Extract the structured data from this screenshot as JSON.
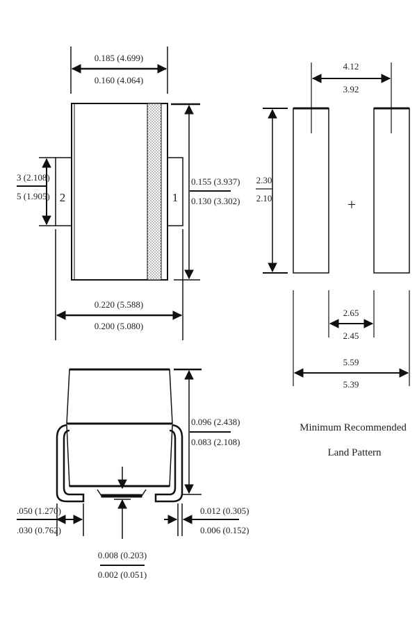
{
  "top_view": {
    "width": {
      "upper": "0.185 (4.699)",
      "lower": "0.160 (4.064)"
    },
    "height": {
      "upper": "0.155 (3.937)",
      "lower": "0.130 (3.302)"
    },
    "lead_span": {
      "upper": "0.220 (5.588)",
      "lower": "0.200 (5.080)"
    },
    "lead_height": {
      "upper": "3 (2.108)",
      "lower": "5 (1.905)"
    },
    "pin_left": "2",
    "pin_right": "1"
  },
  "side_view": {
    "height": {
      "upper": "0.096 (2.438)",
      "lower": "0.083 (2.108)"
    },
    "lead_length": {
      "upper": ".050 (1.270)",
      "lower": ".030 (0.762)"
    },
    "lead_thickness": {
      "upper": "0.012 (0.305)",
      "lower": "0.006 (0.152)"
    },
    "standoff": {
      "upper": "0.008 (0.203)",
      "lower": "0.002 (0.051)"
    }
  },
  "land_pattern": {
    "pad_width": {
      "upper": "4.12",
      "lower": "3.92"
    },
    "pad_height": {
      "upper": "2.30",
      "lower": "2.10"
    },
    "gap": {
      "upper": "2.65",
      "lower": "2.45"
    },
    "total": {
      "upper": "5.59",
      "lower": "5.39"
    },
    "center_mark": "+",
    "caption_line1": "Minimum Recommended",
    "caption_line2": "Land Pattern"
  }
}
